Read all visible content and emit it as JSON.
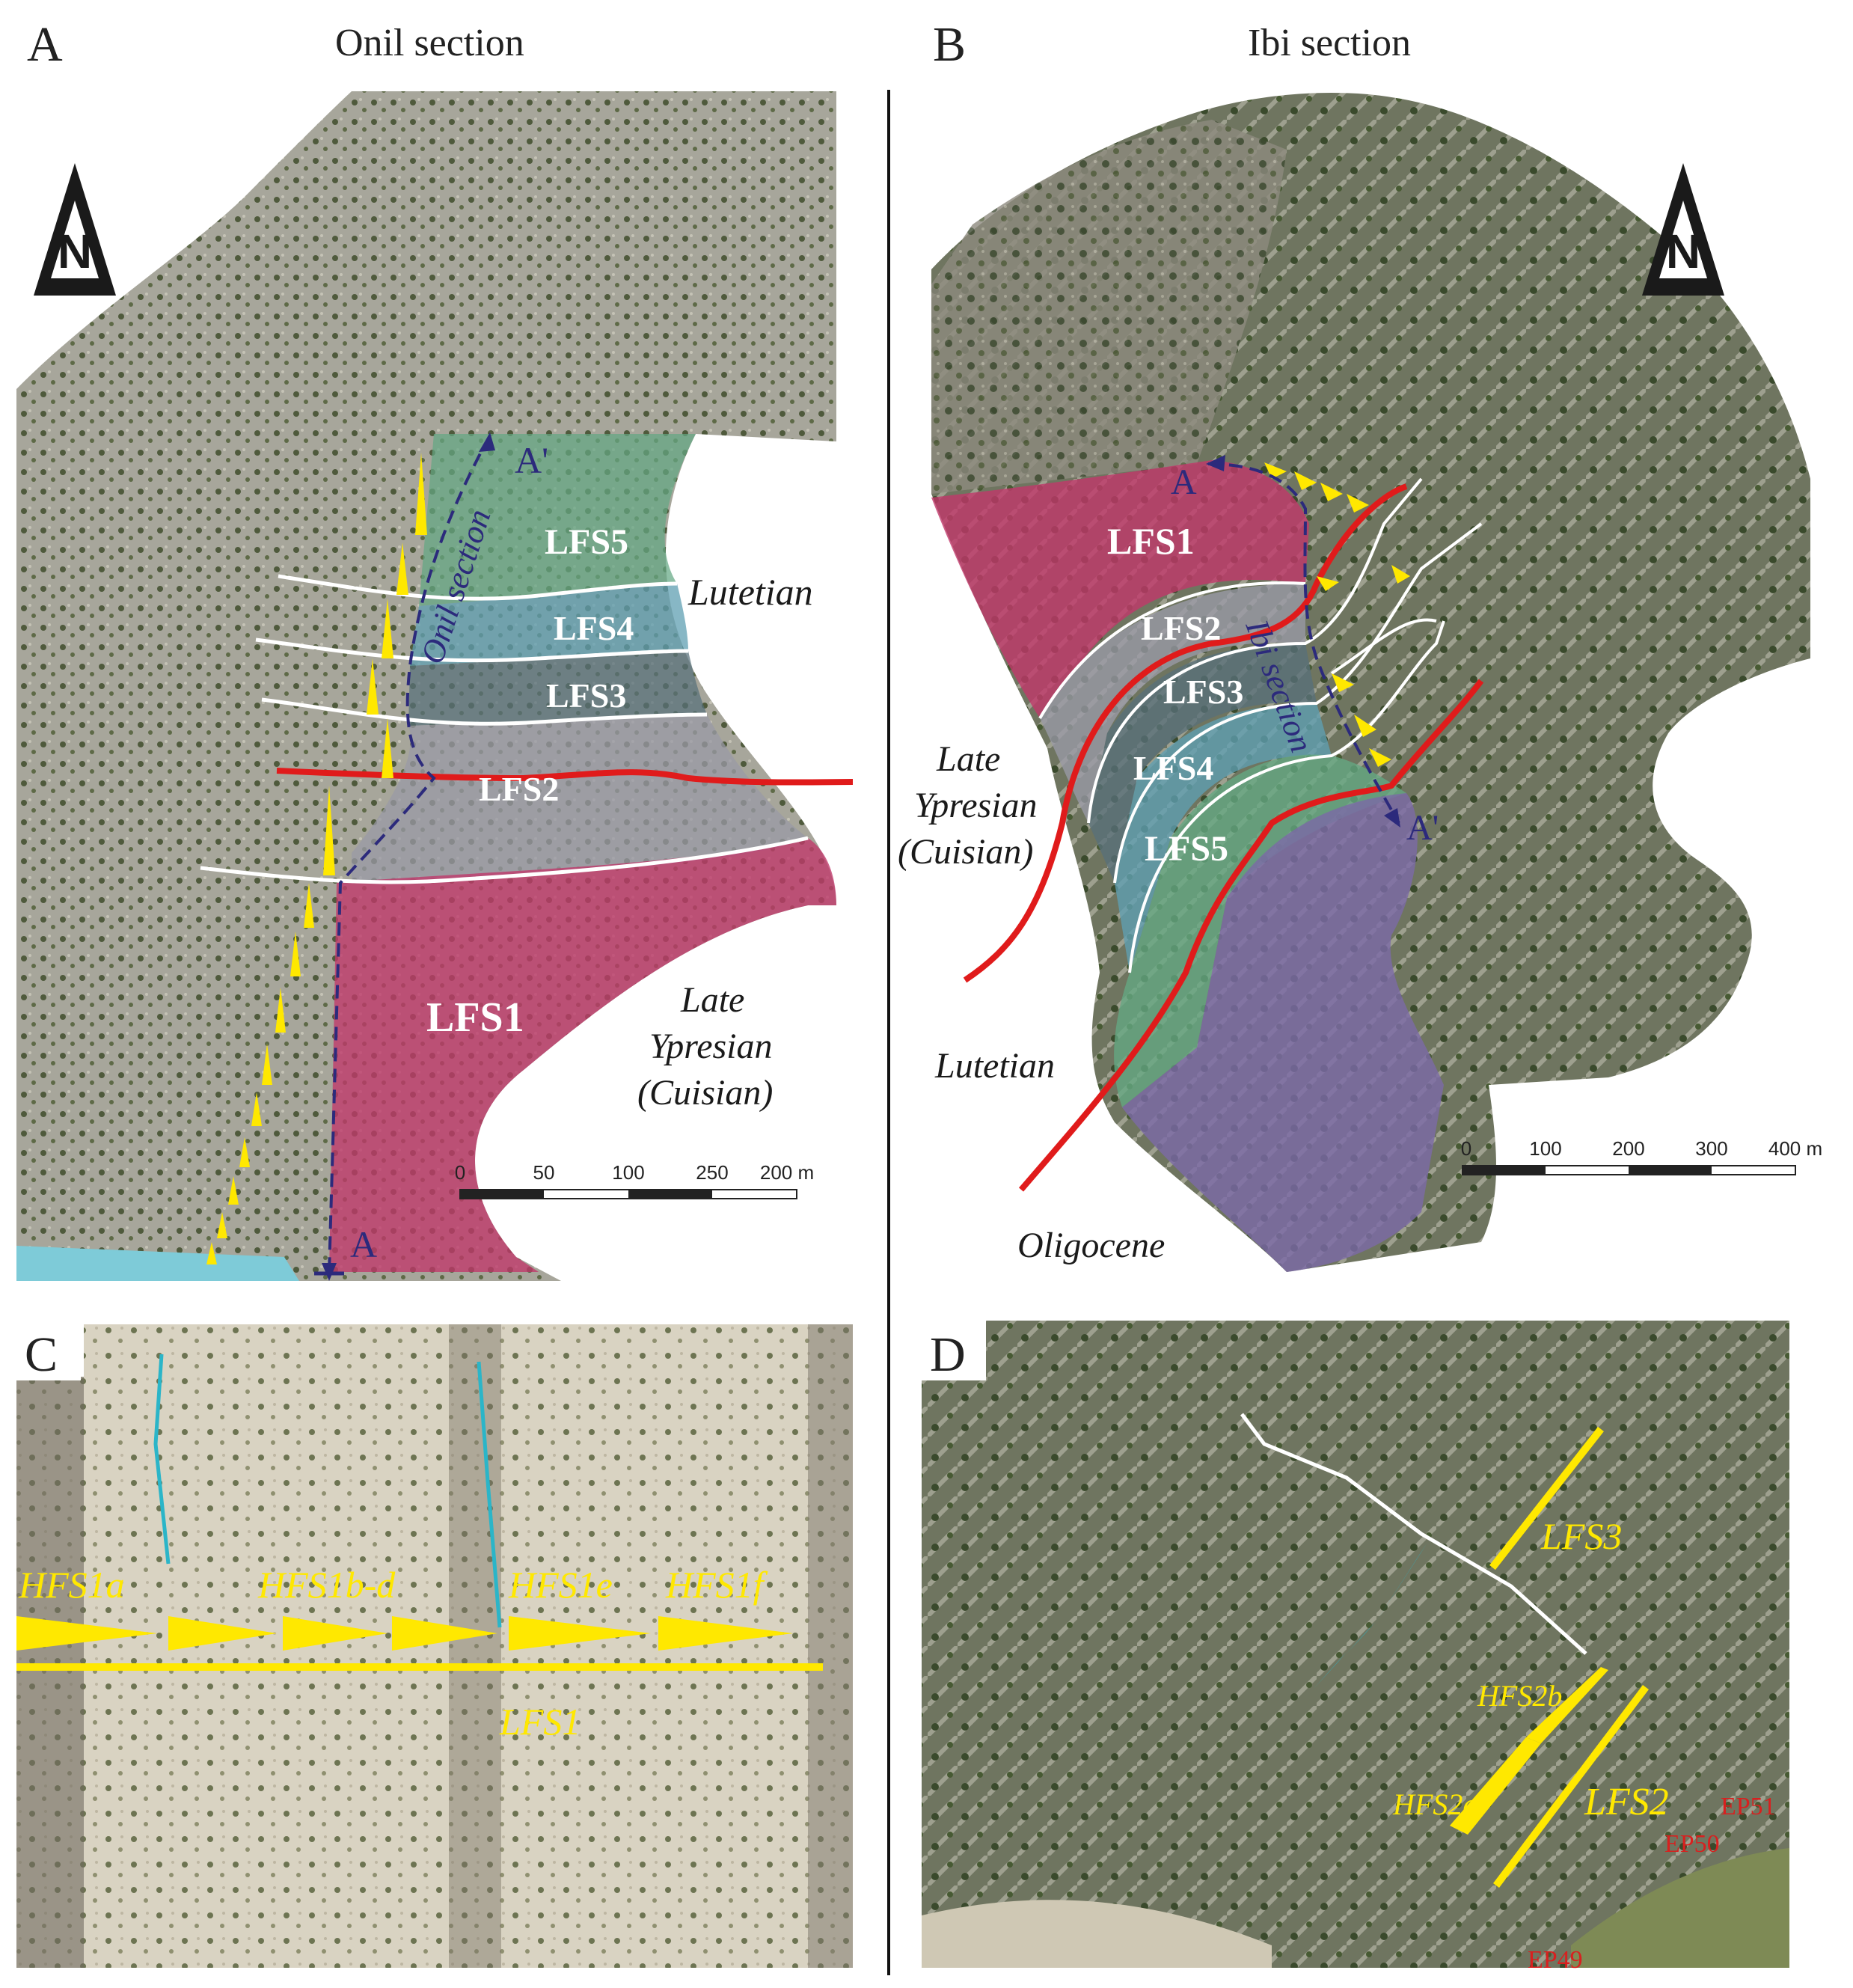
{
  "panelA": {
    "letter": "A",
    "title": "Onil section",
    "units": [
      "LFS5",
      "LFS4",
      "LFS3",
      "LFS2",
      "LFS1"
    ],
    "ages": {
      "upper": "Lutetian",
      "lower_1": "Late",
      "lower_2": "Ypresian",
      "lower_3": "(Cuisian)"
    },
    "section_label": "Onil section",
    "endpoints": [
      "A'",
      "A"
    ],
    "scale": [
      "0",
      "50",
      "100",
      "250",
      "200 m"
    ]
  },
  "panelB": {
    "letter": "B",
    "title": "Ibi section",
    "units": [
      "LFS1",
      "LFS2",
      "LFS3",
      "LFS4",
      "LFS5"
    ],
    "ages": {
      "left_1": "Late",
      "left_2": "Ypresian",
      "left_3": "(Cuisian)",
      "lower": "Lutetian",
      "bottom": "Oligocene"
    },
    "section_label": "Ibi section",
    "endpoints": [
      "A",
      "A'"
    ],
    "scale": [
      "0",
      "100",
      "200",
      "300",
      "400 m"
    ]
  },
  "panelC": {
    "letter": "C",
    "labels": [
      "HFS1a",
      "HFS1b-d",
      "HFS1e",
      "HFS1f",
      "LFS1"
    ]
  },
  "panelD": {
    "letter": "D",
    "labels": [
      "LFS3",
      "HFS2b",
      "HFS2a",
      "LFS2"
    ],
    "samples": [
      "EP51",
      "EP50",
      "EP49"
    ]
  },
  "colors": {
    "lfs1": "#c0386a",
    "lfs2": "#9a9aa6",
    "lfs3": "#58707a",
    "lfs4": "#5f9fb2",
    "lfs5": "#64a883",
    "oligocene": "#7b6aa6",
    "boundary": "#e01b1b",
    "surface": "#ffe800",
    "section": "#2c2a7c",
    "hfs_c": "#2bb5c8"
  }
}
